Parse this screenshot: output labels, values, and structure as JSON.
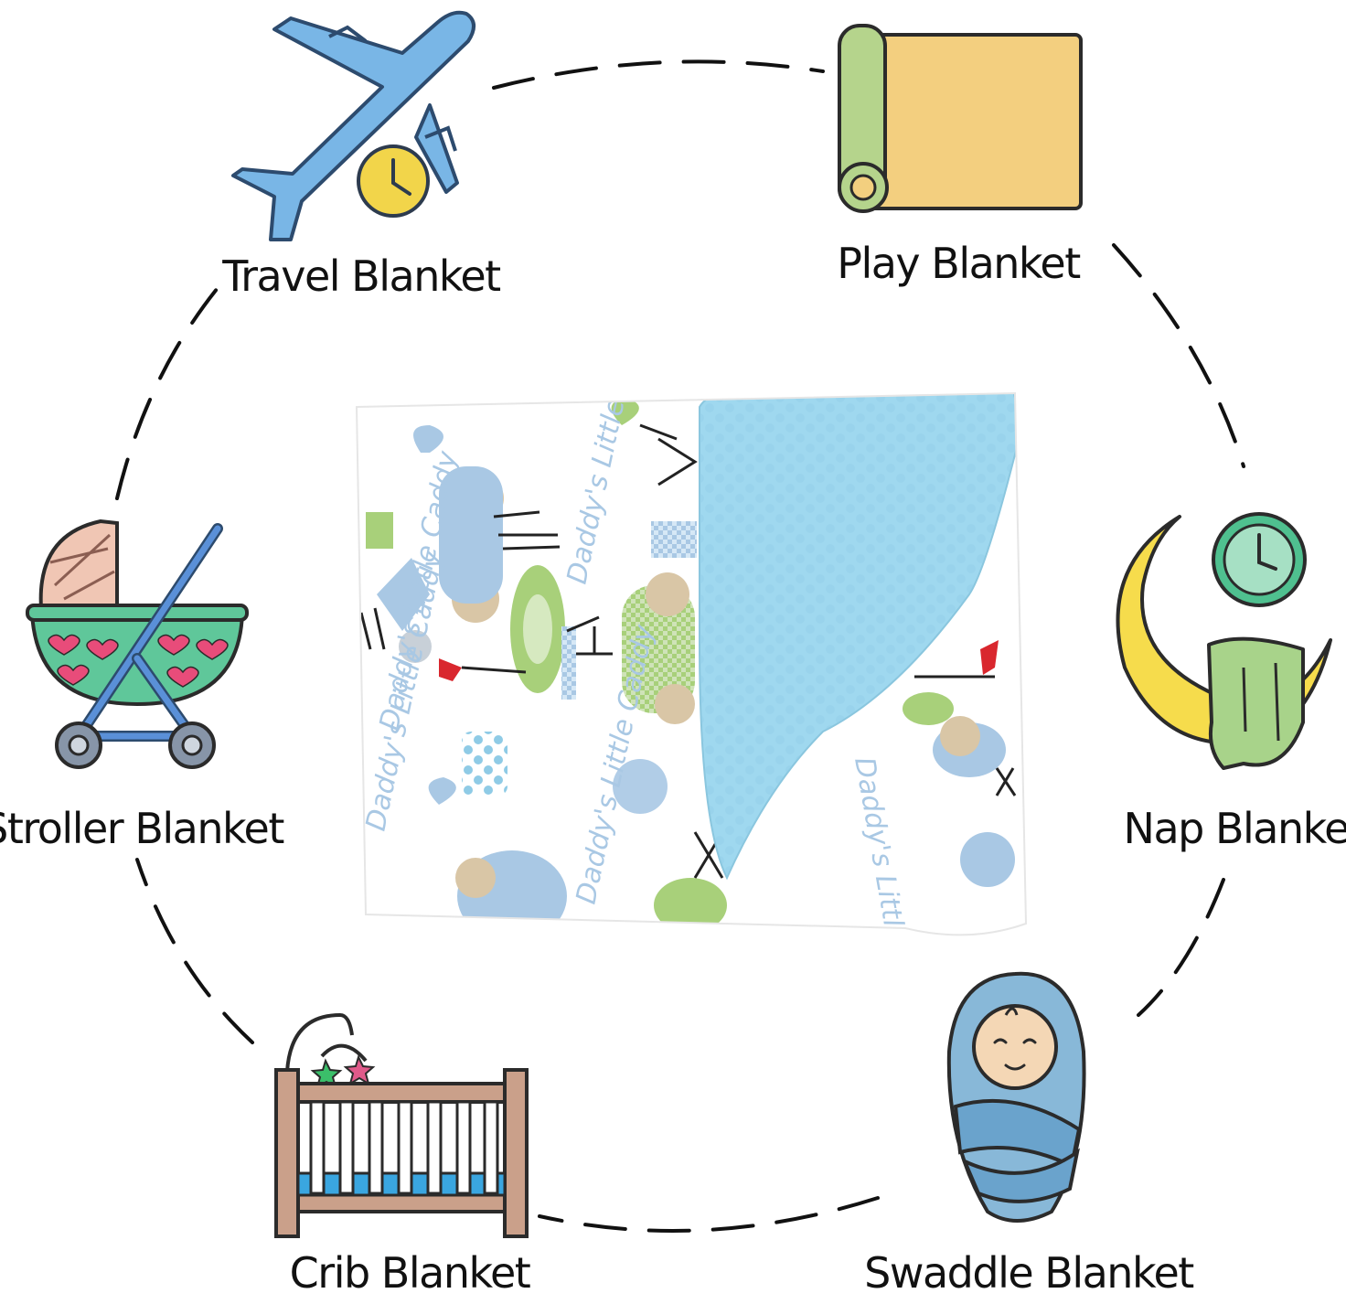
{
  "usages": [
    {
      "id": "travel",
      "label": "Travel Blanket",
      "icon": "airplane-clock-icon"
    },
    {
      "id": "play",
      "label": "Play Blanket",
      "icon": "rolled-mat-icon"
    },
    {
      "id": "stroller",
      "label": "Stroller Blanket",
      "icon": "baby-stroller-icon"
    },
    {
      "id": "nap",
      "label": "Nap Blanket",
      "icon": "moon-clock-icon"
    },
    {
      "id": "crib",
      "label": "Crib Blanket",
      "icon": "baby-crib-icon"
    },
    {
      "id": "swaddle",
      "label": "Swaddle Blanket",
      "icon": "swaddled-baby-icon"
    }
  ],
  "product": {
    "pattern_text": "Daddy's Little Caddy",
    "backing_color": "#9fd8ef",
    "pattern_colors": [
      "#a9c8e4",
      "#a8d07a",
      "#d9c6a6",
      "#d9272e"
    ]
  },
  "colors": {
    "circle_dash": "#111111",
    "label_text": "#111111"
  }
}
